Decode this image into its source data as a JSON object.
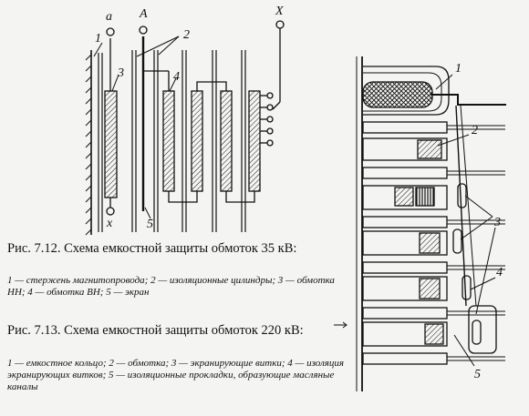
{
  "fig12": {
    "caption": "Рис. 7.12. Схема емкостной защиты обмоток 35 кВ:",
    "legend": "1 — стержень магнитопровода; 2 — изоляционные цилиндры; 3 — обмотка НН; 4 — обмотка ВН; 5 — экран",
    "labels": {
      "a": "a",
      "A": "A",
      "X": "X",
      "x": "x",
      "n1": "1",
      "n2": "2",
      "n3": "3",
      "n4": "4",
      "n5": "5"
    }
  },
  "fig13": {
    "caption": "Рис. 7.13. Схема емкостной защиты обмоток 220 кВ:",
    "legend": "1 — емкостное кольцо; 2 — обмотка; 3 — экранирующие витки; 4 — изоляция экранирующих витков; 5 — изоляционные прокладки, образующие масляные каналы",
    "labels": {
      "n1": "1",
      "n2": "2",
      "n3": "3",
      "n4": "4",
      "n5": "5"
    }
  }
}
